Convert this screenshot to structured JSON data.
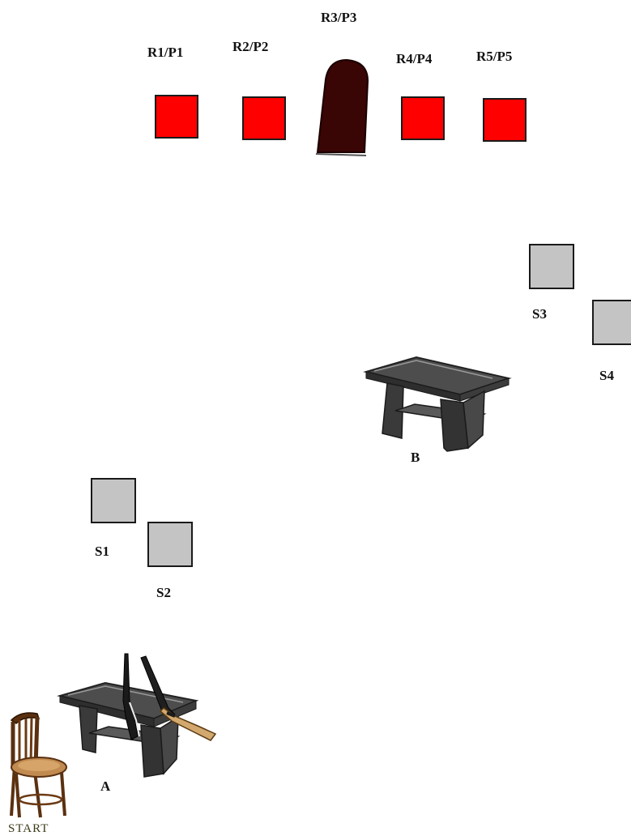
{
  "targets": [
    {
      "label": "R1/P1",
      "kind": "square",
      "color": "#ff0000"
    },
    {
      "label": "R2/P2",
      "kind": "square",
      "color": "#ff0000"
    },
    {
      "label": "R3/P3",
      "kind": "silhouette",
      "color": "#3a0505"
    },
    {
      "label": "R4/P4",
      "kind": "square",
      "color": "#ff0000"
    },
    {
      "label": "R5/P5",
      "kind": "square",
      "color": "#ff0000"
    }
  ],
  "stations": [
    {
      "label": "S1",
      "color": "#c4c4c4"
    },
    {
      "label": "S2",
      "color": "#c4c4c4"
    },
    {
      "label": "S3",
      "color": "#c4c4c4"
    },
    {
      "label": "S4",
      "color": "#c4c4c4"
    }
  ],
  "tables": [
    {
      "label": "A",
      "items": [
        "rifle-icon",
        "shotgun-icon",
        "long-gun-icon"
      ]
    },
    {
      "label": "B",
      "items": []
    }
  ],
  "start": {
    "label": "START",
    "icon": "chair-icon"
  }
}
